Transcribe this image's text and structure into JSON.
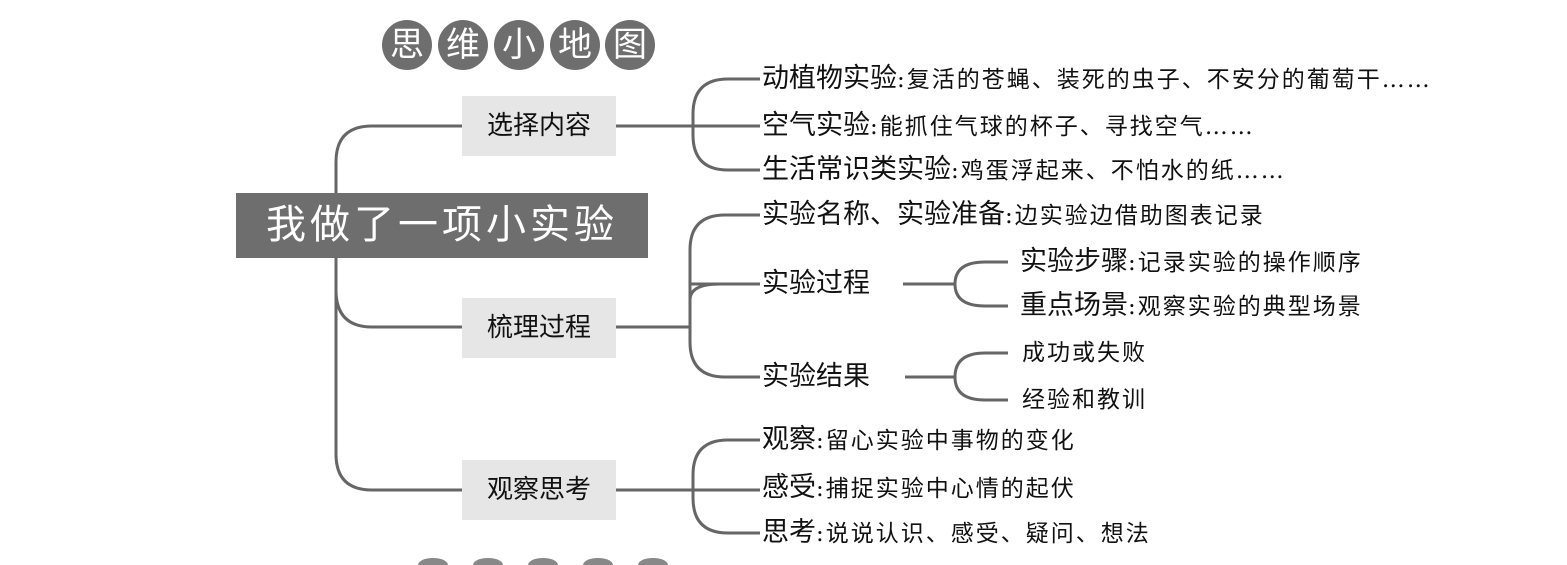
{
  "title_chars": [
    "思",
    "维",
    "小",
    "地",
    "图"
  ],
  "root": "我做了一项小实验",
  "branches": [
    {
      "label": "选择内容",
      "leaves": [
        {
          "head": "动植物实验",
          "text": ":复活的苍蝇、装死的虫子、不安分的葡萄干……"
        },
        {
          "head": "空气实验",
          "text": ":能抓住气球的杯子、寻找空气……"
        },
        {
          "head": "生活常识类实验",
          "text": ":鸡蛋浮起来、不怕水的纸……"
        }
      ]
    },
    {
      "label": "梳理过程",
      "leaves": [
        {
          "head": "实验名称、实验准备",
          "text": ":边实验边借助图表记录"
        },
        {
          "head": "实验过程",
          "text": ""
        },
        {
          "head": "实验结果",
          "text": ""
        }
      ],
      "sub": {
        "process": [
          {
            "head": "实验步骤",
            "text": ":记录实验的操作顺序"
          },
          {
            "head": "重点场景",
            "text": ":观察实验的典型场景"
          }
        ],
        "result": [
          {
            "head": "",
            "text": "成功或失败"
          },
          {
            "head": "",
            "text": "经验和教训"
          }
        ]
      }
    },
    {
      "label": "观察思考",
      "leaves": [
        {
          "head": "观察",
          "text": ":留心实验中事物的变化"
        },
        {
          "head": "感受",
          "text": ":捕捉实验中心情的起伏"
        },
        {
          "head": "思考",
          "text": ":说说认识、感受、疑问、想法"
        }
      ]
    }
  ],
  "colors": {
    "dark": "#6e6e6e",
    "light_box": "#e6e6e6",
    "line": "#666666"
  }
}
